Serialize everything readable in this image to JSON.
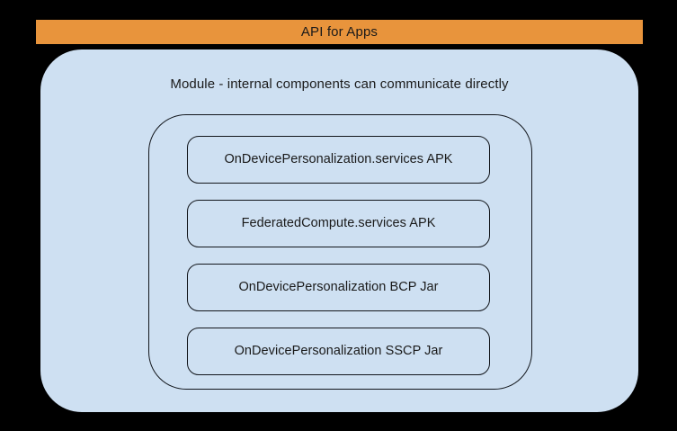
{
  "diagram": {
    "banner": {
      "label": "API for Apps",
      "background_color": "#e8943c",
      "text_color": "#1a1a1a"
    },
    "module_panel": {
      "caption": "Module - internal components can communicate directly",
      "background_color": "#cee0f2",
      "border_color": "#12161c"
    },
    "components": [
      {
        "label": "OnDevicePersonalization.services APK"
      },
      {
        "label": "FederatedCompute.services APK"
      },
      {
        "label": "OnDevicePersonalization BCP Jar"
      },
      {
        "label": "OnDevicePersonalization SSCP Jar"
      }
    ]
  },
  "canvas": {
    "background_color": "#000000"
  }
}
